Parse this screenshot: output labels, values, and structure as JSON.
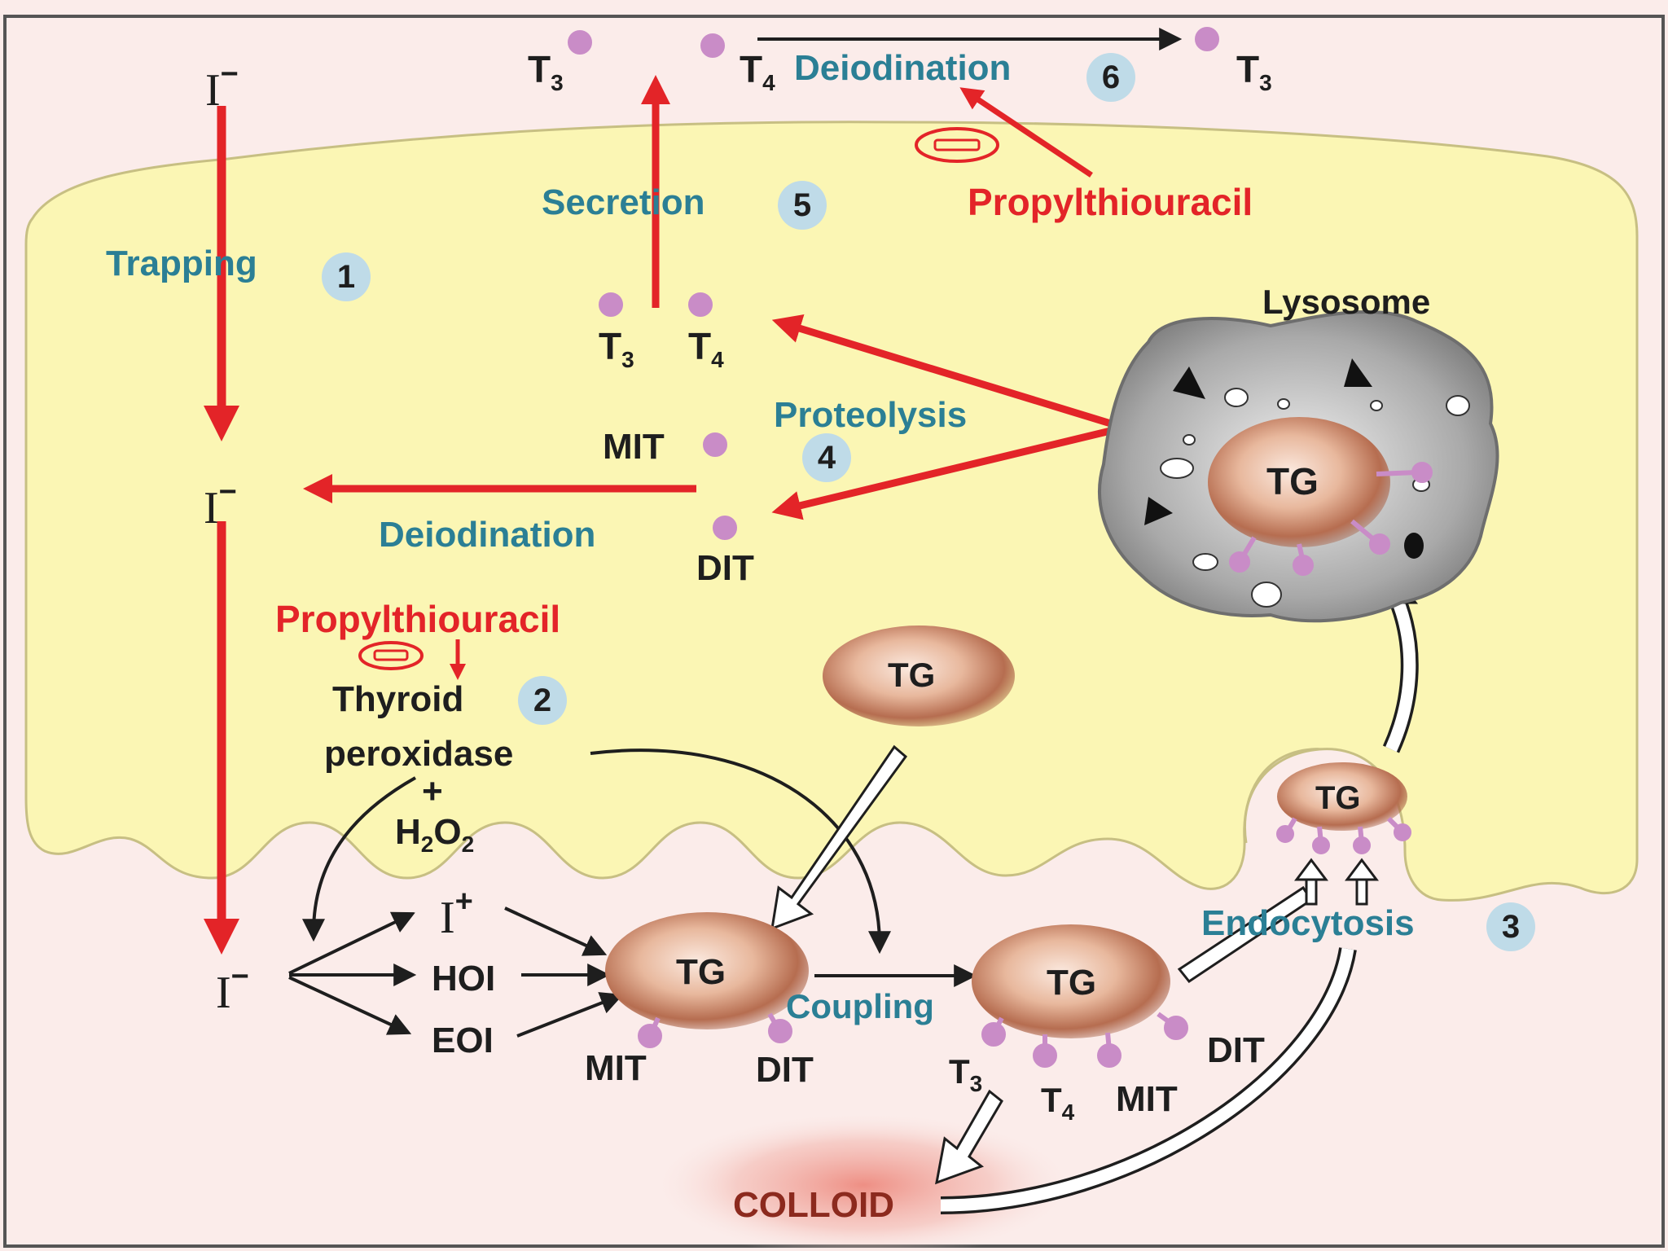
{
  "diagram": {
    "steps": {
      "trapping": {
        "label": "Trapping",
        "number": "1"
      },
      "peroxidase": {
        "line1": "Thyroid",
        "line2": "peroxidase",
        "plus": "+",
        "number": "2"
      },
      "endocytosis": {
        "label": "Endocytosis",
        "number": "3"
      },
      "proteolysis": {
        "label": "Proteolysis",
        "number": "4"
      },
      "secretion": {
        "label": "Secretion",
        "number": "5"
      },
      "peripheral_deiodination": {
        "label": "Deiodination",
        "number": "6"
      }
    },
    "intracellular_deiodination": "Deiodination",
    "inhibitor": {
      "label": "Propylthiouracil",
      "symbol": "−"
    },
    "lysosome": "Lysosome",
    "colloid": "COLLOID",
    "thyroglobulin": "TG",
    "molecules": {
      "mit": "MIT",
      "dit": "DIT",
      "t": "T",
      "sub3": "3",
      "sub4": "4"
    },
    "iodide": {
      "symbol": "I",
      "minus": "−",
      "plus": "+"
    },
    "oxidized_species": {
      "hoi": "HOI",
      "eoi": "EOI"
    },
    "peroxide": {
      "h": "H",
      "sub2": "2",
      "o": "O",
      "sub2b": "2"
    },
    "coupling": "Coupling",
    "colors": {
      "cell": "#fbf6b4",
      "colloid_bg": "#fbecea",
      "step_text": "#2b7f95",
      "inhibitor": "#e32428",
      "tg": "#b66d50",
      "molecule": "#c98cc7"
    }
  }
}
